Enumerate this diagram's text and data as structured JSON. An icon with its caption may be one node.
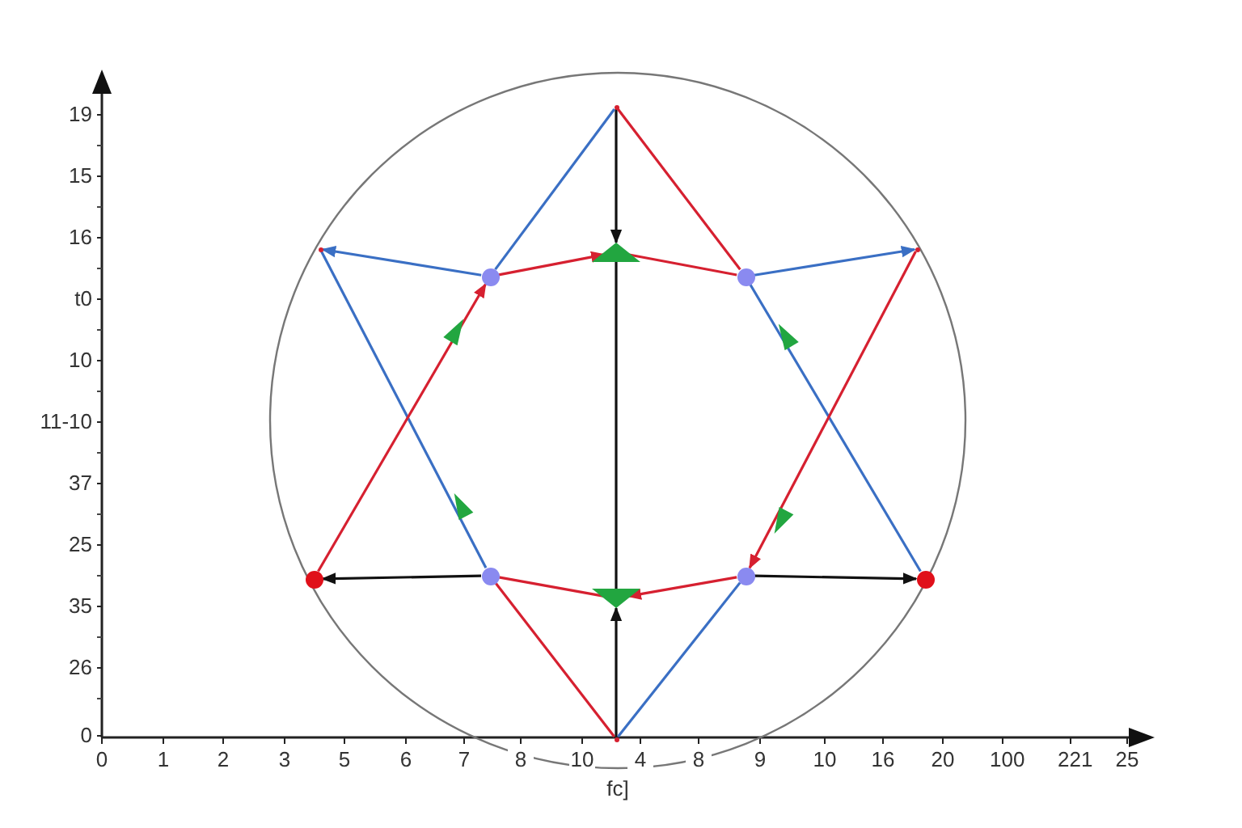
{
  "diagram": {
    "nodes": [
      {
        "text": [],
        "shape": "point"
      },
      {
        "text": [],
        "shape": "point"
      },
      {
        "text": [],
        "shape": "triangle"
      },
      {
        "text": [],
        "shape": "point"
      },
      {
        "text": [],
        "shape": "circle"
      },
      {
        "text": [],
        "shape": "circle"
      },
      {
        "text": [],
        "shape": "circle"
      },
      {
        "text": [],
        "shape": "circle"
      },
      {
        "text": [],
        "shape": "circle"
      },
      {
        "text": [],
        "shape": "circle"
      },
      {
        "text": [],
        "shape": "triangle"
      },
      {
        "text": [],
        "shape": "point"
      }
    ],
    "edges": [
      {
        "from": 0,
        "to": 2,
        "arrow": "to",
        "color": "#111111"
      },
      {
        "from": 11,
        "to": 10,
        "arrow": "to",
        "color": "#111111"
      },
      {
        "from": 2,
        "to": 10,
        "arrow": "none",
        "color": "#111111"
      },
      {
        "from": 0,
        "to": 4,
        "arrow": "none",
        "color": "#3a6fc4"
      },
      {
        "from": 4,
        "to": 1,
        "arrow": "to",
        "color": "#3a6fc4"
      },
      {
        "from": 1,
        "to": 7,
        "arrow": "none",
        "color": "#3a6fc4"
      },
      {
        "from": 0,
        "to": 5,
        "arrow": "none"
      },
      {
        "from": 5,
        "to": 3,
        "arrow": "to",
        "color": "#3a6fc4"
      },
      {
        "from": 5,
        "to": 9,
        "arrow": "none",
        "color": "#3a6fc4"
      },
      {
        "from": 4,
        "to": 2,
        "arrow": "to"
      },
      {
        "from": 2,
        "to": 5,
        "arrow": "none"
      },
      {
        "from": 8,
        "to": 10,
        "arrow": "to"
      },
      {
        "from": 10,
        "to": 7,
        "arrow": "none"
      },
      {
        "from": 6,
        "to": 4,
        "arrow": "to"
      },
      {
        "from": 3,
        "to": 8,
        "arrow": "to"
      },
      {
        "from": 7,
        "to": 6,
        "arrow": "to",
        "color": "#111111"
      },
      {
        "from": 8,
        "to": 9,
        "arrow": "to",
        "color": "#111111"
      },
      {
        "from": 7,
        "to": 11,
        "arrow": "none"
      },
      {
        "from": 11,
        "to": 8,
        "arrow": "none",
        "color": "#3a6fc4"
      }
    ],
    "labels": [
      "19",
      "15",
      "16",
      "t0",
      "10",
      "11-10",
      "37",
      "25",
      "35",
      "26",
      "0",
      "0",
      "1",
      "2",
      "3",
      "5",
      "6",
      "7",
      "8",
      "10",
      "4",
      "8",
      "9",
      "10",
      "16",
      "20",
      "100",
      "221",
      "25",
      "fc]"
    ]
  }
}
